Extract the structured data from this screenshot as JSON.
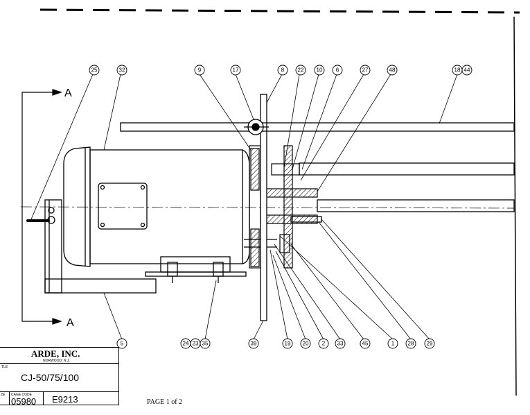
{
  "section_label": "A",
  "callouts": {
    "c25": "25",
    "c32": "32",
    "c9": "9",
    "c17": "17",
    "c8": "8",
    "c22": "22",
    "c10": "10",
    "c6": "6",
    "c27": "27",
    "c48": "48",
    "c18": "18",
    "c44": "44",
    "c5": "5",
    "c24": "24",
    "c23": "23",
    "c35": "35",
    "c39": "39",
    "c19": "19",
    "c20": "20",
    "c2": "2",
    "c33": "33",
    "c45": "45",
    "c1": "1",
    "c28": "28",
    "c29": "29"
  },
  "title_block": {
    "company": "ARDE, INC.",
    "location": "NORWOOD, N.J.",
    "title_label": "TLE",
    "title": "CJ-50/75/100",
    "size_label": "ZE",
    "cage_code_label": "CAGE CODE",
    "cage_code": "05980",
    "drawing_number": "E9213"
  },
  "page_label": "PAGE 1 of 2"
}
